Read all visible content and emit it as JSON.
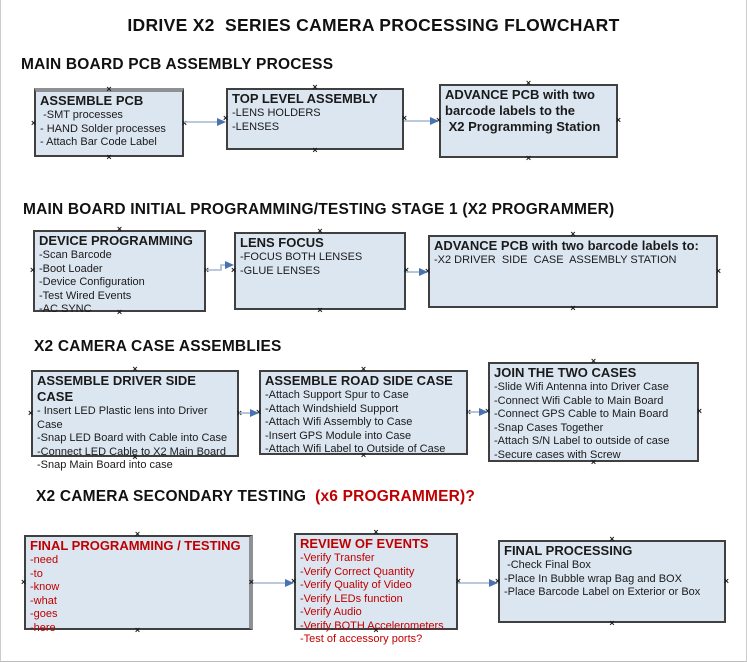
{
  "title": "IDRIVE X2  SERIES CAMERA PROCESSING FLOWCHART",
  "icons": {
    "connection_marker": "×",
    "connector_arrow": "right-arrowhead"
  },
  "colors": {
    "box_fill": "#dce6f1",
    "box_border": "#404040",
    "connector_line": "#a3b8d0",
    "connector_arrow": "#4a72b0",
    "red_text": "#c00000",
    "black_text": "#1a1a1a"
  },
  "sections": [
    {
      "label": "MAIN BOARD PCB ASSEMBLY PROCESS"
    },
    {
      "label": "MAIN BOARD INITIAL PROGRAMMING/TESTING STAGE 1 (X2 PROGRAMMER)"
    },
    {
      "label": "X2 CAMERA CASE ASSEMBLIES"
    },
    {
      "label": "X2 CAMERA SECONDARY TESTING ",
      "label_red": " (x6 PROGRAMMER)?"
    }
  ],
  "boxes": [
    {
      "id": "assemble-pcb",
      "title": "ASSEMBLE PCB",
      "items": [
        " -SMT processes",
        "- HAND Solder processes",
        "- Attach Bar Code Label"
      ]
    },
    {
      "id": "top-level-assembly",
      "title": "TOP LEVEL ASSEMBLY",
      "items": [
        "-LENS HOLDERS",
        "-LENSES"
      ]
    },
    {
      "id": "advance-pcb-programming-station",
      "title": "ADVANCE PCB with two barcode labels to the\n X2 Programming Station",
      "items": []
    },
    {
      "id": "device-programming",
      "title": "DEVICE PROGRAMMING",
      "items": [
        "-Scan Barcode",
        "-Boot Loader",
        "-Device Configuration",
        "-Test Wired Events",
        "-AC SYNC"
      ]
    },
    {
      "id": "lens-focus",
      "title": "LENS FOCUS",
      "items": [
        "-FOCUS BOTH LENSES",
        "-GLUE LENSES"
      ]
    },
    {
      "id": "advance-pcb-driver-side",
      "title": "ADVANCE PCB with two barcode labels to:",
      "items": [
        "-X2 DRIVER  SIDE  CASE  ASSEMBLY STATION"
      ]
    },
    {
      "id": "assemble-driver-side-case",
      "title": "ASSEMBLE DRIVER SIDE CASE",
      "items": [
        "- Insert LED Plastic lens into Driver Case",
        "-Snap LED Board with Cable into Case",
        "-Connect LED Cable to X2 Main Board",
        "-Snap Main Board into case"
      ]
    },
    {
      "id": "assemble-road-side-case",
      "title": "ASSEMBLE ROAD SIDE CASE",
      "items": [
        "-Attach Support Spur to Case",
        "-Attach Windshield Support",
        "-Attach Wifi Assembly to Case",
        "-Insert GPS Module into Case",
        "-Attach Wifi Label to Outside of Case"
      ]
    },
    {
      "id": "join-the-two-cases",
      "title": "JOIN THE TWO CASES",
      "items": [
        "-Slide Wifi Antenna into Driver Case",
        "-Connect Wifi Cable to Main Board",
        "-Connect GPS Cable to Main Board",
        "-Snap Cases Together",
        "-Attach S/N Label to outside of case",
        "-Secure cases with Screw"
      ]
    },
    {
      "id": "final-programming-testing",
      "title": "FINAL PROGRAMMING / TESTING",
      "items": [
        "-need",
        "-to",
        "-know",
        "-what",
        "-goes",
        "-here"
      ]
    },
    {
      "id": "review-of-events",
      "title": "REVIEW OF EVENTS",
      "items": [
        "-Verify Transfer",
        "-Verify Correct Quantity",
        "-Verify Quality of Video",
        "-Verify LEDs function",
        "-Verify Audio",
        "-Verify BOTH Accelerometers",
        "-Test of accessory ports?"
      ]
    },
    {
      "id": "final-processing",
      "title": "FINAL PROCESSING",
      "items": [
        " -Check Final Box",
        "-Place In Bubble wrap Bag and BOX",
        "-Place Barcode Label on Exterior or Box"
      ]
    }
  ]
}
